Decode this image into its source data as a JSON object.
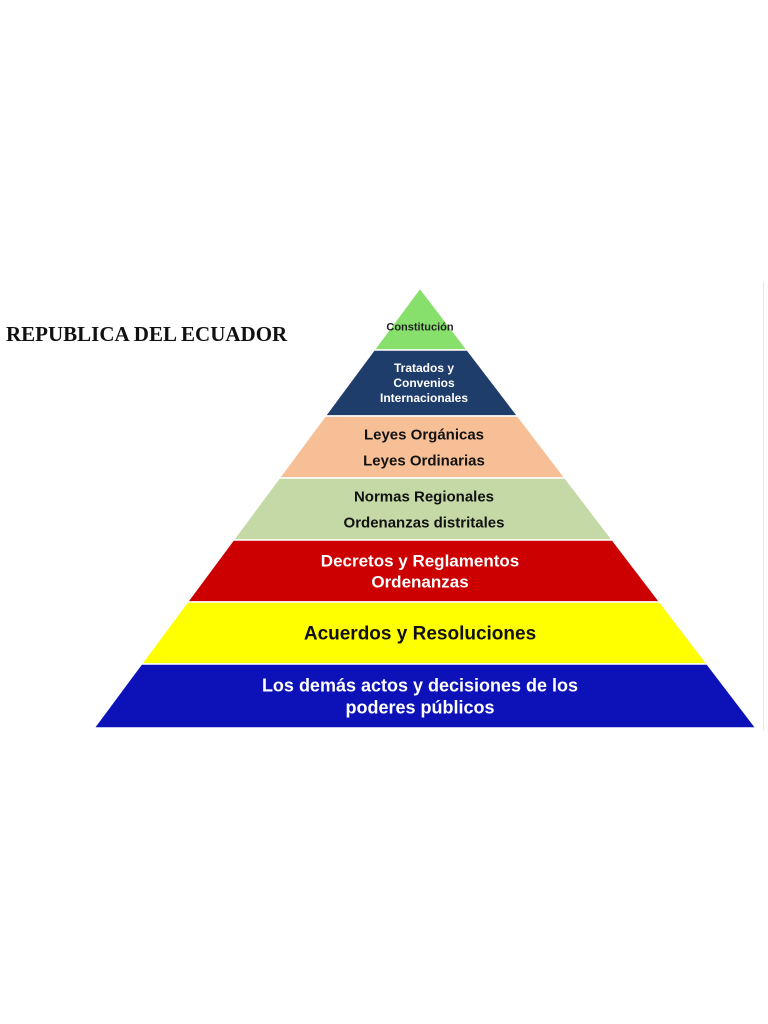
{
  "header": {
    "title": "REPUBLICA DEL ECUADOR"
  },
  "pyramid": {
    "levels": [
      {
        "lines": [
          "Constitución"
        ],
        "fill": "#86e06b",
        "text_color": "#222222"
      },
      {
        "lines": [
          "Tratados y",
          "Convenios",
          "Internacionales"
        ],
        "fill": "#1f3d6b",
        "text_color": "#ffffff"
      },
      {
        "lines": [
          "Leyes Orgánicas",
          "Leyes Ordinarias"
        ],
        "fill": "#f7bf96",
        "text_color": "#111111"
      },
      {
        "lines": [
          "Normas Regionales",
          "Ordenanzas distritales"
        ],
        "fill": "#c5d9a6",
        "text_color": "#111111"
      },
      {
        "lines": [
          "Decretos y Reglamentos",
          "Ordenanzas"
        ],
        "fill": "#cc0000",
        "text_color": "#ffffff"
      },
      {
        "lines": [
          "Acuerdos y Resoluciones"
        ],
        "fill": "#ffff00",
        "text_color": "#111111"
      },
      {
        "lines": [
          "Los demás actos y decisiones de los",
          "poderes públicos"
        ],
        "fill": "#0d12b8",
        "text_color": "#ffffff"
      }
    ]
  }
}
